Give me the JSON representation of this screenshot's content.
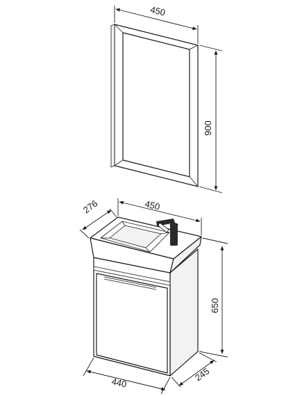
{
  "mirror": {
    "width_label": "450",
    "height_label": "900"
  },
  "sink": {
    "depth_label": "276",
    "width_label": "450"
  },
  "cabinet": {
    "height_label": "650",
    "width_label": "440",
    "depth_label": "245"
  },
  "colors": {
    "line": "#1a1a1a",
    "background": "#ffffff",
    "faucet": "#2a2a2a"
  }
}
